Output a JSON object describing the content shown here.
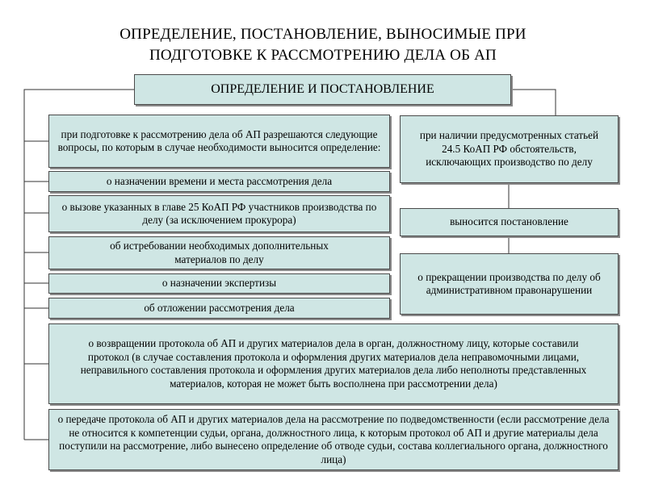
{
  "title": {
    "line1": "ОПРЕДЕЛЕНИЕ, ПОСТАНОВЛЕНИЕ, ВЫНОСИМЫЕ ПРИ",
    "line2": "ПОДГОТОВКЕ К РАССМОТРЕНИЮ ДЕЛА ОБ АП"
  },
  "header": "ОПРЕДЕЛЕНИЕ И ПОСТАНОВЛЕНИЕ",
  "left": {
    "intro": "при подготовке к рассмотрению дела об АП разрешаются следующие вопросы, по которым в случае необходимости выносится определение:",
    "items": [
      "о назначении времени и места рассмотрения дела",
      "о вызове указанных в главе 25 КоАП РФ участников производства по делу (за исключением прокурора)",
      "об истребовании необходимых дополнительных материалов по делу",
      "о назначении экспертизы",
      "об отложении рассмотрения дела"
    ]
  },
  "right": {
    "condition": "при наличии предусмотренных статьей 24.5 КоАП РФ обстоятельств, исключающих производство по делу",
    "decision": "выносится постановление",
    "result": "о прекращении производства по делу об административном правонарушении"
  },
  "bottom": {
    "return": "о возвращении протокола об АП и других материалов дела в орган, должностному лицу, которые составили протокол (в случае составления протокола и оформления других материалов дела неправомочными лицами, неправильного составления протокола и оформления других материалов дела либо неполноты представленных материалов, которая не может быть восполнена при рассмотрении дела)",
    "transfer": "о передаче протокола об АП и других материалов дела на рассмотрение по подведомственности (если рассмотрение дела не относится к компетенции судьи, органа, должностного лица, к которым протокол об АП и другие материалы дела поступили на рассмотрение, либо вынесено определение об отводе судьи, состава коллегиального органа, должностного лица)"
  }
}
